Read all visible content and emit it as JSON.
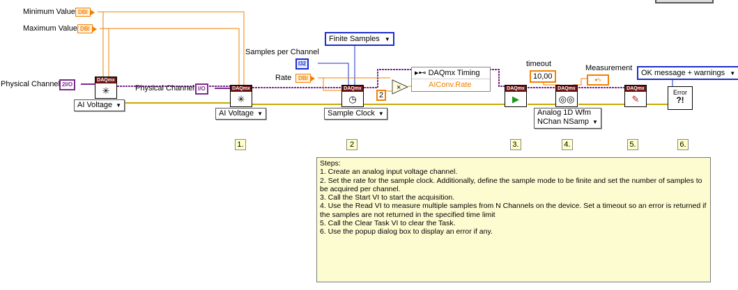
{
  "labels": {
    "minimum_value": "Minimum Value",
    "maximum_value": "Maximum Value",
    "physical_channel_1": "Physical Channel",
    "physical_channel_2": "Physical Channel",
    "samples_per_channel": "Samples per Channel",
    "rate": "Rate",
    "timeout": "timeout",
    "measurement": "Measurement"
  },
  "terminals": {
    "dbl": "DBl",
    "i32": "I32",
    "io": "I/O",
    "io_ctrl": "2I/O"
  },
  "constants": {
    "finite_samples": "Finite Samples",
    "two": "2",
    "timeout_value": "10,00",
    "ok_message": "OK message + warnings"
  },
  "rings": {
    "ai_voltage_1": "AI Voltage",
    "ai_voltage_2": "AI Voltage",
    "sample_clock": "Sample Clock",
    "read_line1": "Analog 1D Wfm",
    "read_line2": "NChan NSamp"
  },
  "timing_node": {
    "title": "DAQmx Timing",
    "property": "AIConv.Rate"
  },
  "vi_header": "DAQmx",
  "error_vi": "Error",
  "steps": [
    "1.",
    "2",
    "3.",
    "4.",
    "5.",
    "6."
  ],
  "notes": {
    "heading": "Steps:",
    "lines": [
      "1.  Create an analog input voltage channel.",
      "2.  Set the rate for the sample clock. Additionally, define the sample mode to be finite and set the number of samples to be acquired per channel.",
      "3.  Call the Start VI to start the acquisition.",
      "4.  Use the Read VI to measure multiple samples from N Channels on the device.  Set a timeout so an error is returned if the samples are not returned in the specified time limit",
      "5. Call the Clear Task VI to clear the Task.",
      "6.  Use the popup dialog box to display an error if any."
    ]
  },
  "colors": {
    "dbl_wire": "#f27f00",
    "io_wire": "#7a2a8c",
    "i32_wire": "#1a2ecb",
    "error_wire": "#c8a800",
    "note_bg": "#fdfcd0"
  }
}
